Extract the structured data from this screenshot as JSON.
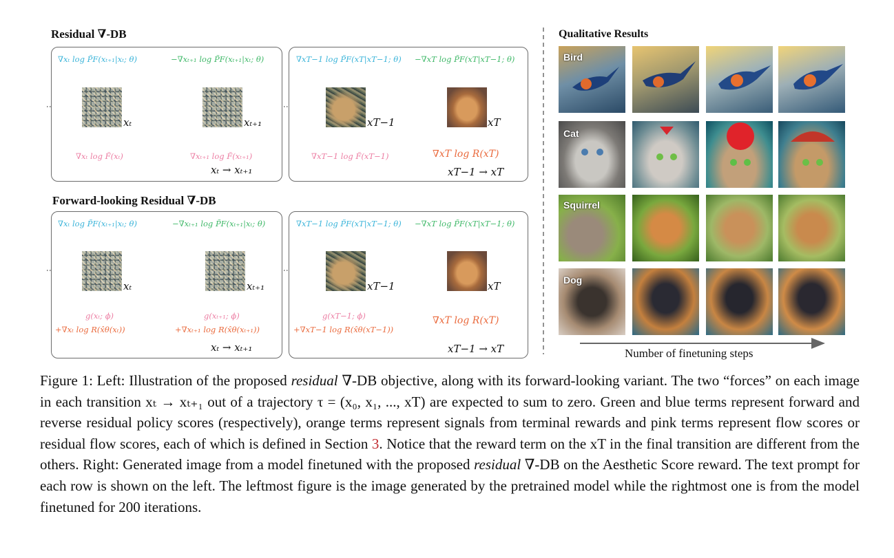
{
  "top": {
    "title": "Residual ∇-DB",
    "left_panel": {
      "top_left": "∇xₜ log P̃F(xₜ₊₁|xₜ; θ)",
      "top_right": "−∇xₜ₊₁ log P̃F(xₜ₊₁|xₜ; θ)",
      "bot_left": "∇xₜ log F̃(xₜ)",
      "bot_right": "∇xₜ₊₁ log F̃(xₜ₊₁)",
      "x1": "xₜ",
      "x2": "xₜ₊₁",
      "transition": "xₜ → xₜ₊₁"
    },
    "right_panel": {
      "top_left": "∇xT−1 log P̃F(xT|xT−1; θ)",
      "top_right": "−∇xT log P̃F(xT|xT−1; θ)",
      "bot_left": "∇xT−1 log F̃(xT−1)",
      "bot_right": "∇xT log R(xT)",
      "x1": "xT−1",
      "x2": "xT",
      "transition": "xT−1 → xT"
    }
  },
  "bottom": {
    "title": "Forward-looking Residual ∇-DB",
    "left_panel": {
      "top_left": "∇xₜ log P̃F(xₜ₊₁|xₜ; θ)",
      "top_right": "−∇xₜ₊₁ log P̃F(xₜ₊₁|xₜ; θ)",
      "bot_left_1": "g(xₜ; ϕ)",
      "bot_left_2": "+∇xₜ log R(x̂θ(xₜ))",
      "bot_right_1": "g(xₜ₊₁; ϕ)",
      "bot_right_2": "+∇xₜ₊₁ log R(x̂θ(xₜ₊₁))",
      "x1": "xₜ",
      "x2": "xₜ₊₁",
      "transition": "xₜ → xₜ₊₁"
    },
    "right_panel": {
      "top_left": "∇xT−1 log P̃F(xT|xT−1; θ)",
      "top_right": "−∇xT log P̃F(xT|xT−1; θ)",
      "bot_left_1": "g(xT−1; ϕ)",
      "bot_left_2": "+∇xT−1 log R(x̂θ(xT−1))",
      "bot_right": "∇xT log R(xT)",
      "x1": "xT−1",
      "x2": "xT",
      "transition": "xT−1 → xT"
    }
  },
  "qualitative": {
    "title": "Qualitative Results",
    "rows": [
      "Bird",
      "Cat",
      "Squirrel",
      "Dog"
    ],
    "axis_label": "Number of finetuning steps"
  },
  "caption": {
    "p1": "Figure 1: Left: Illustration of the proposed ",
    "p1_it": "residual",
    "p1b": " ∇-DB objective, along with its forward-looking variant. The two “forces” on each image in each transition xₜ → xₜ₊₁ out of a trajectory τ = (x₀, x₁, ..., xT) are expected to sum to zero. Green and blue terms represent forward and reverse residual policy scores (respectively), orange terms represent signals from terminal rewards and pink terms represent flow scores or residual flow scores, each of which is defined in Section ",
    "ref": "3",
    "p1c": ". Notice that the reward term on the xT in the final transition are different from the others. Right: Generated image from a model finetuned with the proposed ",
    "p1_it2": "residual",
    "p1d": " ∇-DB on the Aesthetic Score reward. The text prompt for each row is shown on the left. The leftmost figure is the image generated by the pretrained model while the rightmost one is from the model finetuned for 200 iterations."
  },
  "colors": {
    "blue": "#3bb4d9",
    "green": "#3fb868",
    "pink": "#ec7ea3",
    "orange": "#ea6a3d"
  }
}
